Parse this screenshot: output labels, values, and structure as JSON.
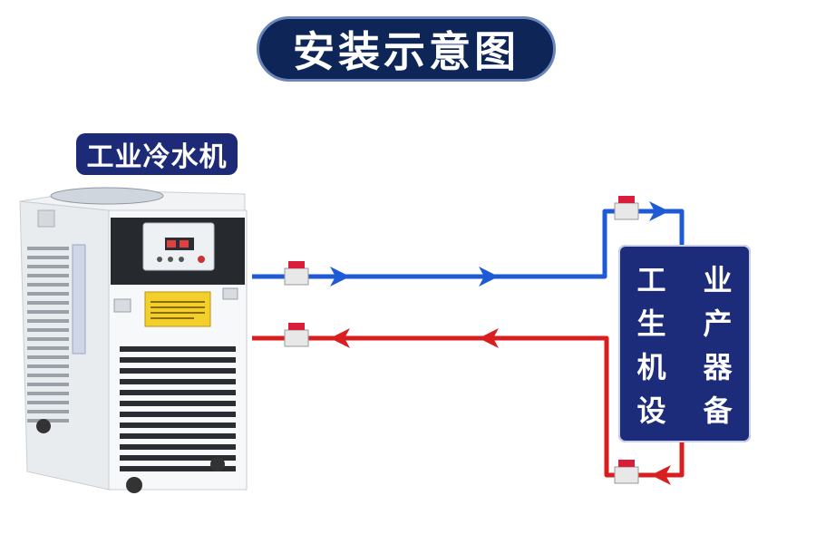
{
  "title": "安装示意图",
  "chiller": {
    "label": "工业冷水机"
  },
  "equipment": {
    "chars": [
      "工",
      "业",
      "生",
      "产",
      "机",
      "器",
      "设",
      "备"
    ]
  },
  "colors": {
    "title_bg": "#0e2657",
    "label_bg": "#1c2a78",
    "supply_pipe": "#1e5ad6",
    "return_pipe": "#d81e1e"
  },
  "flow": {
    "supply": "chiller-to-equipment",
    "return": "equipment-to-chiller"
  }
}
